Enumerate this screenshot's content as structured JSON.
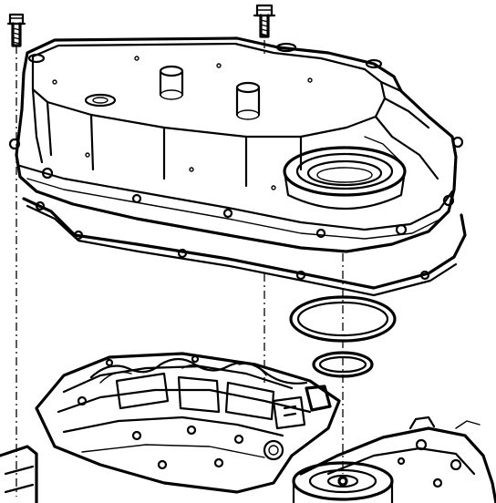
{
  "diagram": {
    "kind": "exploded-view line drawing",
    "ink_color": "#000000",
    "background_color": "#ffffff",
    "parts": [
      "bolt-left",
      "bolt-top",
      "case-side-cover",
      "cover-gasket",
      "seal-ring-large",
      "seal-ring-small",
      "valve-body-assembly",
      "transmission-case"
    ]
  }
}
